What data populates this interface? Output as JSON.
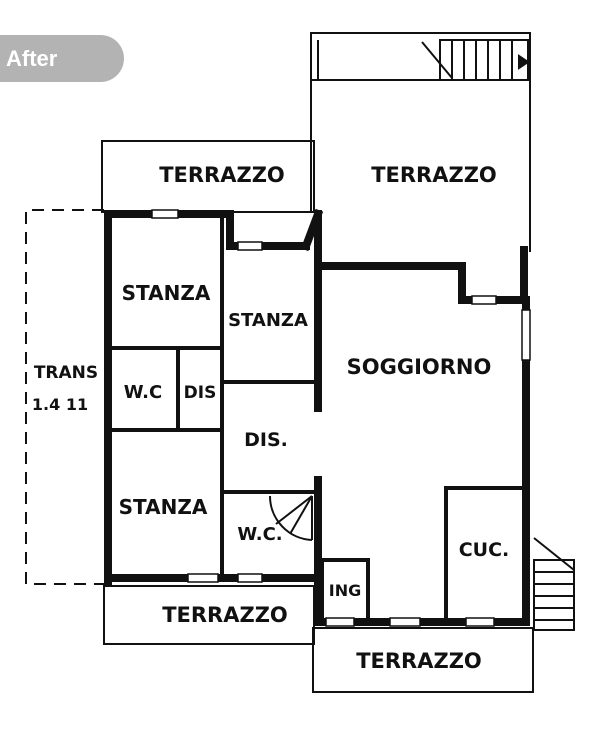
{
  "badge": {
    "label": "After"
  },
  "rooms": {
    "terrazzo_top_left": "TERRAZZO",
    "terrazzo_top_right": "TERRAZZO",
    "stanza_top": "STANZA",
    "stanza_middle": "STANZA",
    "stanza_bottom": "STANZA",
    "soggiorno": "SOGGIORNO",
    "trans": "TRANS",
    "trans_size": "1.4 11",
    "wc_left": "W.C",
    "dis_small": "DIS",
    "dis_center": "DIS.",
    "wc_bottom": "W.C.",
    "cucina": "CUC.",
    "ingresso": "ING",
    "terrazzo_bottom_left": "TERRAZZO",
    "terrazzo_bottom_right": "TERRAZZO"
  },
  "colors": {
    "wall": "#111111",
    "badge": "#b3b3b3",
    "background": "#ffffff"
  }
}
